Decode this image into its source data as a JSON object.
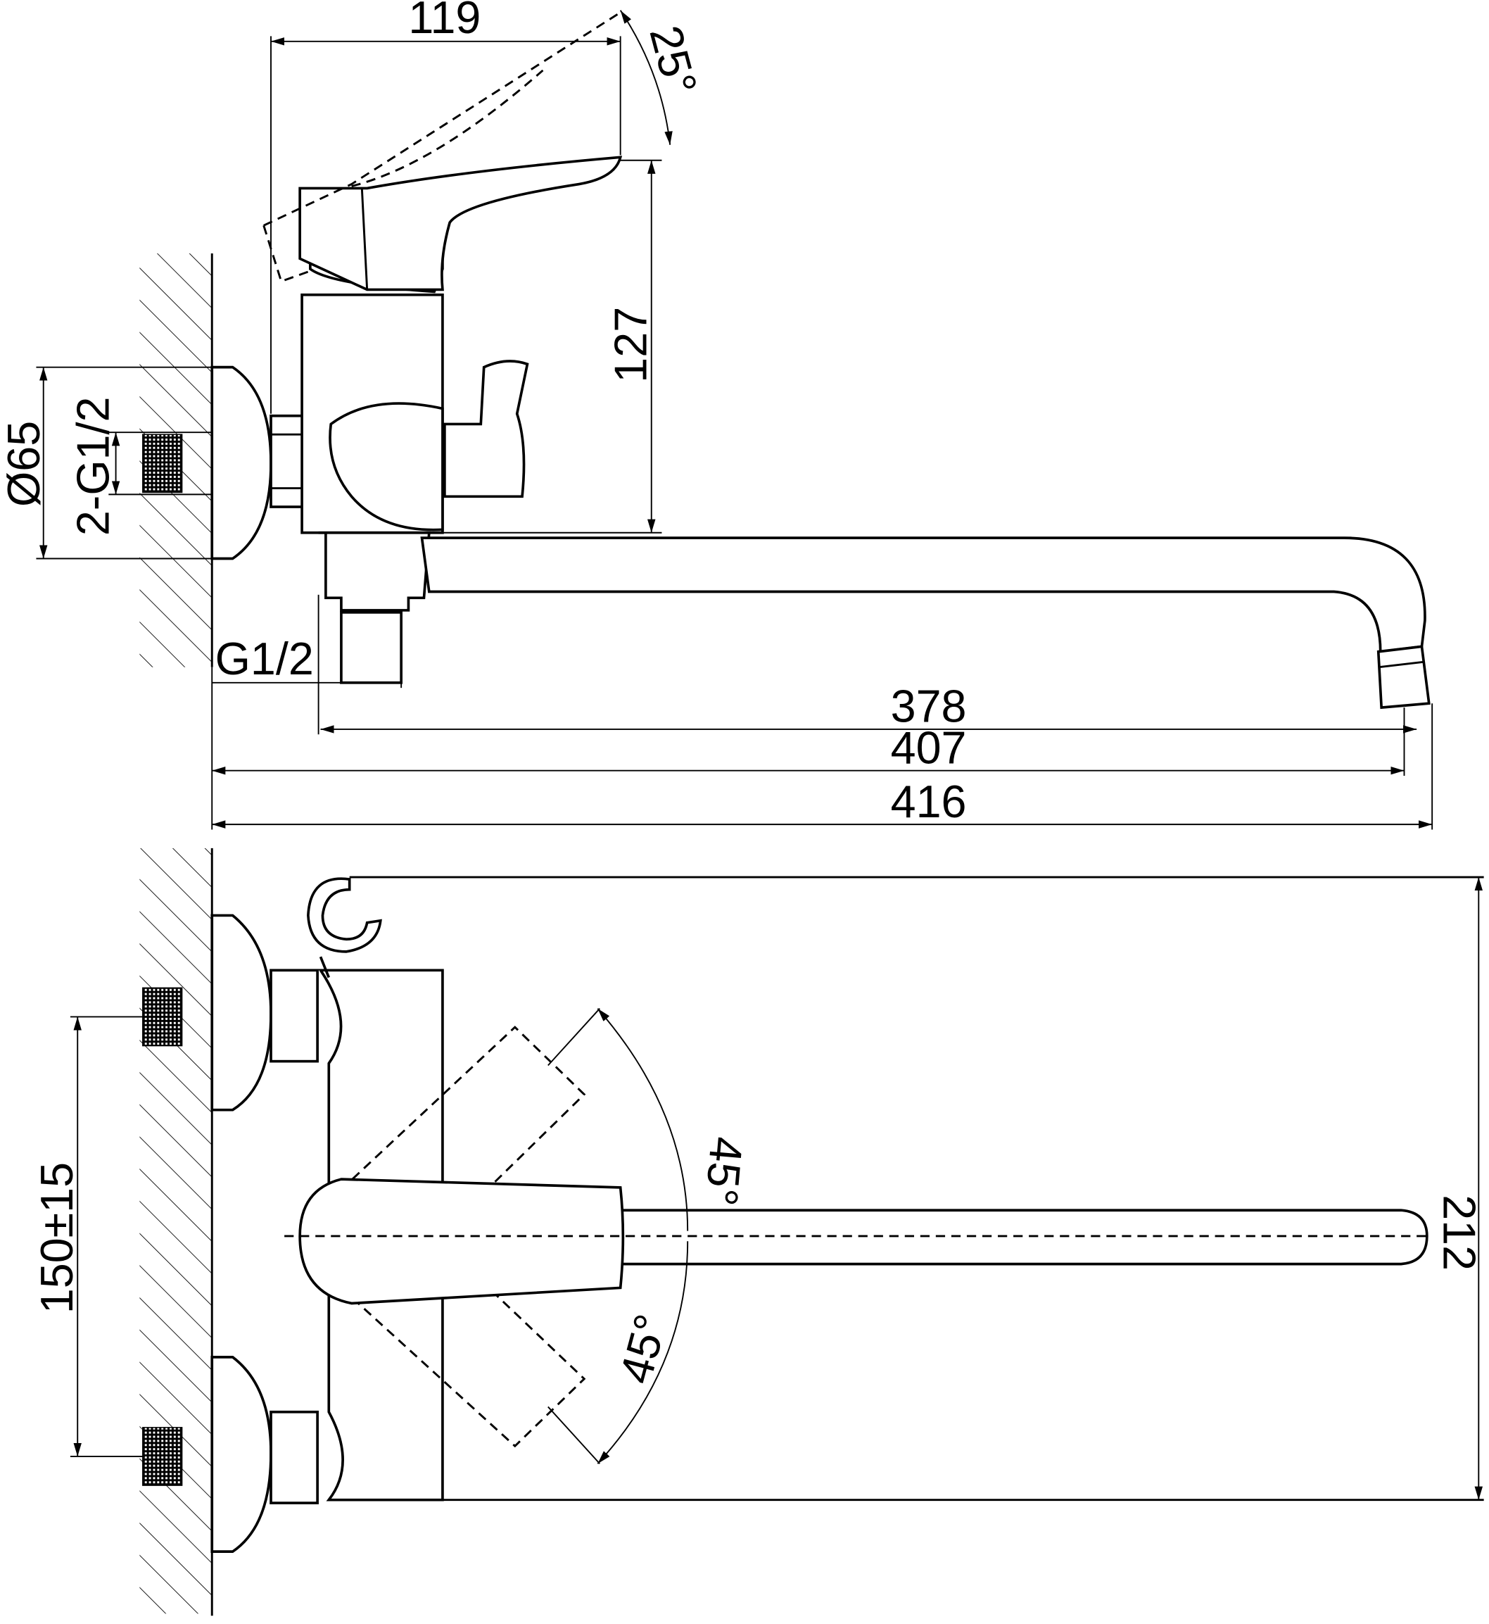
{
  "side_view": {
    "dimensions": {
      "lever_reach": "119",
      "lever_angle": "25°",
      "height": "127",
      "flange_diameter": "Ø65",
      "inlet_thread": "2-G1/2",
      "shower_thread": "G1/2",
      "spout_reach": "378",
      "spout_length": "407",
      "total_length": "416"
    }
  },
  "top_view": {
    "dimensions": {
      "lever_angle_up": "45°",
      "lever_angle_down": "45°",
      "inlet_spacing": "150±15",
      "total_width": "212"
    }
  },
  "colors": {
    "line": "#000000",
    "background": "#ffffff"
  }
}
